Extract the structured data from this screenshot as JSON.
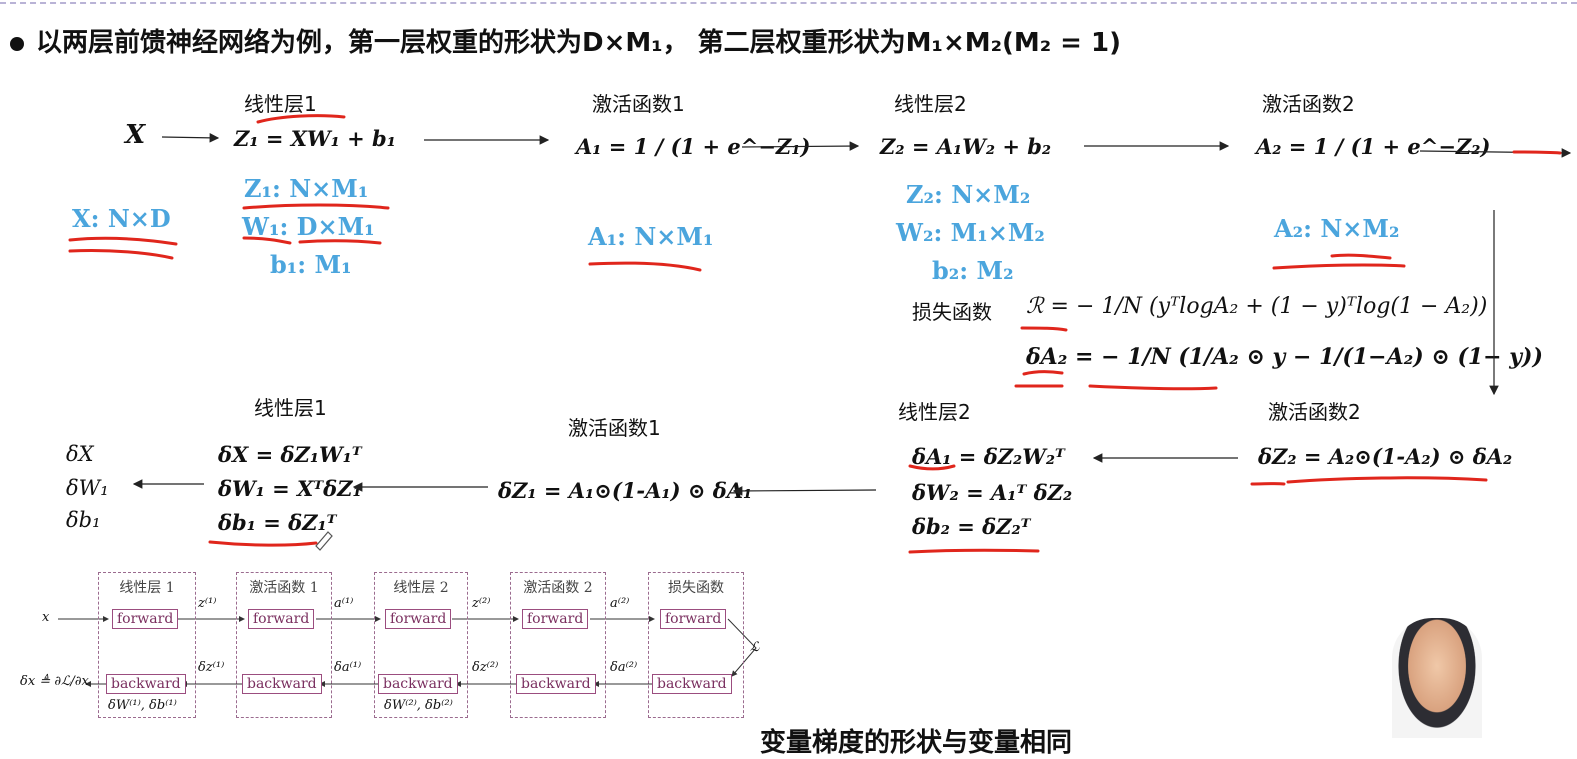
{
  "header": {
    "title": "以两层前馈神经网络为例，第一层权重的形状为D×M₁， 第二层权重形状为M₁×M₂(M₂ = 1)"
  },
  "forward": {
    "labels": {
      "linear1": "线性层1",
      "act1": "激活函数1",
      "linear2": "线性层2",
      "act2": "激活函数2"
    },
    "x": "X",
    "eq_z1": "Z₁ = XW₁ + b₁",
    "eq_a1": "A₁ = 1 / (1 + e^−Z₁)",
    "eq_z2": "Z₂ = A₁W₂ + b₂",
    "eq_a2": "A₂ = 1 / (1 + e^−Z₂)",
    "shapes": {
      "x": "X: N×D",
      "z1": "Z₁: N×M₁",
      "w1": "W₁: D×M₁",
      "b1": "b₁: M₁",
      "a1": "A₁: N×M₁",
      "z2": "Z₂: N×M₂",
      "w2": "W₂: M₁×M₂",
      "b2": "b₂: M₂",
      "a2": "A₂: N×M₂"
    }
  },
  "loss": {
    "label": "损失函数",
    "eq": "ℛ = − 1/N (yᵀlogA₂ + (1 − y)ᵀlog(1 − A₂))",
    "delta": "δA₂ = − 1/N (1/A₂ ⊙ y − 1/(1−A₂) ⊙ (1− y))"
  },
  "backward": {
    "labels": {
      "linear1": "线性层1",
      "act1": "激活函数1",
      "linear2": "线性层2",
      "act2": "激活函数2"
    },
    "outputs": [
      "δX",
      "δW₁",
      "δb₁"
    ],
    "lin1": [
      "δX = δZ₁W₁ᵀ",
      "δW₁ = XᵀδZ₁",
      "δb₁ = δZ₁ᵀ"
    ],
    "act1": "δZ₁ = A₁⊙(1-A₁) ⊙ δA₁",
    "lin2": [
      "δA₁ = δZ₂W₂ᵀ",
      "δW₂ = A₁ᵀ δZ₂",
      "δb₂ = δZ₂ᵀ"
    ],
    "act2": "δZ₂ = A₂⊙(1-A₂) ⊙ δA₂"
  },
  "mini": {
    "boxes": [
      "线性层 1",
      "激活函数 1",
      "线性层 2",
      "激活函数 2",
      "损失函数"
    ],
    "forward": "forward",
    "backward": "backward",
    "x": "x",
    "L": "ℒ",
    "dx": "δx ≜ ∂ℒ/∂x",
    "fwd_labels": [
      "z⁽¹⁾",
      "a⁽¹⁾",
      "z⁽²⁾",
      "a⁽²⁾"
    ],
    "bwd_labels": [
      "δz⁽¹⁾",
      "δa⁽¹⁾",
      "δz⁽²⁾",
      "δa⁽²⁾"
    ],
    "param_labels": [
      "δW⁽¹⁾, δb⁽¹⁾",
      "δW⁽²⁾, δb⁽²⁾"
    ]
  },
  "footer": {
    "text": "变量梯度的形状与变量相同"
  },
  "colors": {
    "shape_blue": "#4ba5dd",
    "underline_red": "#e0261c",
    "box_purple": "#9b4d7f"
  }
}
